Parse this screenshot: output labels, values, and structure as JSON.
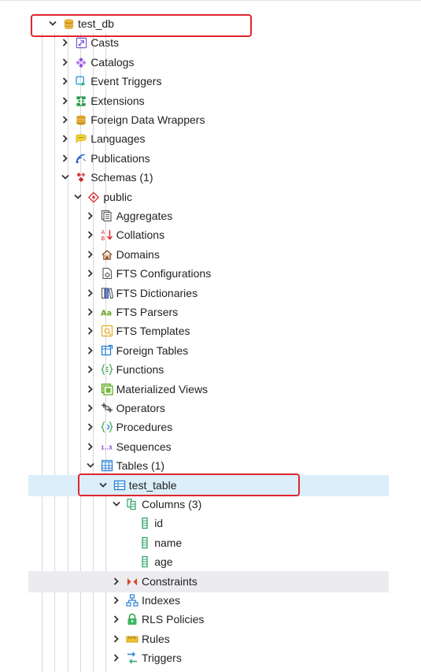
{
  "colors": {
    "selected_row": "#dbeefa",
    "hover_row": "#ececf0",
    "annotation_red": "#e0262f",
    "text": "#222222"
  },
  "tree": {
    "rows": [
      {
        "label": "test_db",
        "depth": 0,
        "expanded": true,
        "icon": "database-icon"
      },
      {
        "label": "Casts",
        "depth": 1,
        "expanded": false,
        "icon": "cast-icon"
      },
      {
        "label": "Catalogs",
        "depth": 1,
        "expanded": false,
        "icon": "catalog-icon"
      },
      {
        "label": "Event Triggers",
        "depth": 1,
        "expanded": false,
        "icon": "event-trigger-icon"
      },
      {
        "label": "Extensions",
        "depth": 1,
        "expanded": false,
        "icon": "extension-icon"
      },
      {
        "label": "Foreign Data Wrappers",
        "depth": 1,
        "expanded": false,
        "icon": "foreign-data-wrapper-icon"
      },
      {
        "label": "Languages",
        "depth": 1,
        "expanded": false,
        "icon": "language-icon"
      },
      {
        "label": "Publications",
        "depth": 1,
        "expanded": false,
        "icon": "publication-icon"
      },
      {
        "label": "Schemas (1)",
        "depth": 1,
        "expanded": true,
        "icon": "schemas-icon"
      },
      {
        "label": "public",
        "depth": 2,
        "expanded": true,
        "icon": "schema-icon"
      },
      {
        "label": "Aggregates",
        "depth": 3,
        "expanded": false,
        "icon": "aggregate-icon"
      },
      {
        "label": "Collations",
        "depth": 3,
        "expanded": false,
        "icon": "collation-icon"
      },
      {
        "label": "Domains",
        "depth": 3,
        "expanded": false,
        "icon": "domain-icon"
      },
      {
        "label": "FTS Configurations",
        "depth": 3,
        "expanded": false,
        "icon": "fts-configuration-icon"
      },
      {
        "label": "FTS Dictionaries",
        "depth": 3,
        "expanded": false,
        "icon": "fts-dictionary-icon"
      },
      {
        "label": "FTS Parsers",
        "depth": 3,
        "expanded": false,
        "icon": "fts-parser-icon",
        "icon_text": "Aa"
      },
      {
        "label": "FTS Templates",
        "depth": 3,
        "expanded": false,
        "icon": "fts-template-icon"
      },
      {
        "label": "Foreign Tables",
        "depth": 3,
        "expanded": false,
        "icon": "foreign-table-icon"
      },
      {
        "label": "Functions",
        "depth": 3,
        "expanded": false,
        "icon": "function-icon"
      },
      {
        "label": "Materialized Views",
        "depth": 3,
        "expanded": false,
        "icon": "materialized-view-icon"
      },
      {
        "label": "Operators",
        "depth": 3,
        "expanded": false,
        "icon": "operator-icon"
      },
      {
        "label": "Procedures",
        "depth": 3,
        "expanded": false,
        "icon": "procedure-icon"
      },
      {
        "label": "Sequences",
        "depth": 3,
        "expanded": false,
        "icon": "sequence-icon",
        "icon_text": "1..3"
      },
      {
        "label": "Tables (1)",
        "depth": 3,
        "expanded": true,
        "icon": "tables-icon"
      },
      {
        "label": "test_table",
        "depth": 4,
        "expanded": true,
        "icon": "table-icon",
        "selected": true
      },
      {
        "label": "Columns (3)",
        "depth": 5,
        "expanded": true,
        "icon": "columns-icon"
      },
      {
        "label": "id",
        "depth": 6,
        "leaf": true,
        "icon": "column-icon"
      },
      {
        "label": "name",
        "depth": 6,
        "leaf": true,
        "icon": "column-icon"
      },
      {
        "label": "age",
        "depth": 6,
        "leaf": true,
        "icon": "column-icon"
      },
      {
        "label": "Constraints",
        "depth": 5,
        "expanded": false,
        "icon": "constraint-icon",
        "hover": true
      },
      {
        "label": "Indexes",
        "depth": 5,
        "expanded": false,
        "icon": "index-icon"
      },
      {
        "label": "RLS Policies",
        "depth": 5,
        "expanded": false,
        "icon": "rls-policy-icon"
      },
      {
        "label": "Rules",
        "depth": 5,
        "expanded": false,
        "icon": "rule-icon"
      },
      {
        "label": "Triggers",
        "depth": 5,
        "expanded": false,
        "icon": "trigger-icon"
      }
    ]
  }
}
